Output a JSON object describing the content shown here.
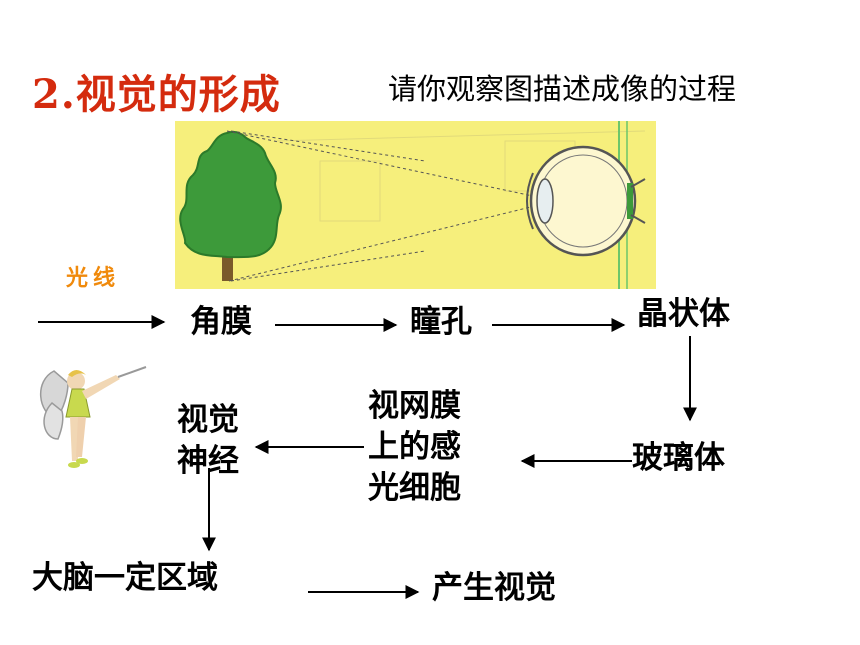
{
  "title": "2.视觉的形成",
  "subtitle": "请你观察图描述成像的过程",
  "light_label": "光线",
  "nodes": {
    "cornea": "角膜",
    "pupil": "瞳孔",
    "lens": "晶状体",
    "vitreous": "玻璃体",
    "retina_line1": "视网膜",
    "retina_line2": "上的感",
    "retina_line3": "光细胞",
    "optic_nerve_line1": "视觉",
    "optic_nerve_line2": "神经",
    "brain": "大脑一定区域",
    "vision": "产生视觉"
  },
  "colors": {
    "title": "#d42b0e",
    "light_label": "#f08a0c",
    "illustration_bg": "#f6ef7c",
    "tree": "#3d9a3a",
    "arrow": "#000000"
  },
  "icons": [
    "tree-icon",
    "eye-icon",
    "fairy-icon"
  ]
}
